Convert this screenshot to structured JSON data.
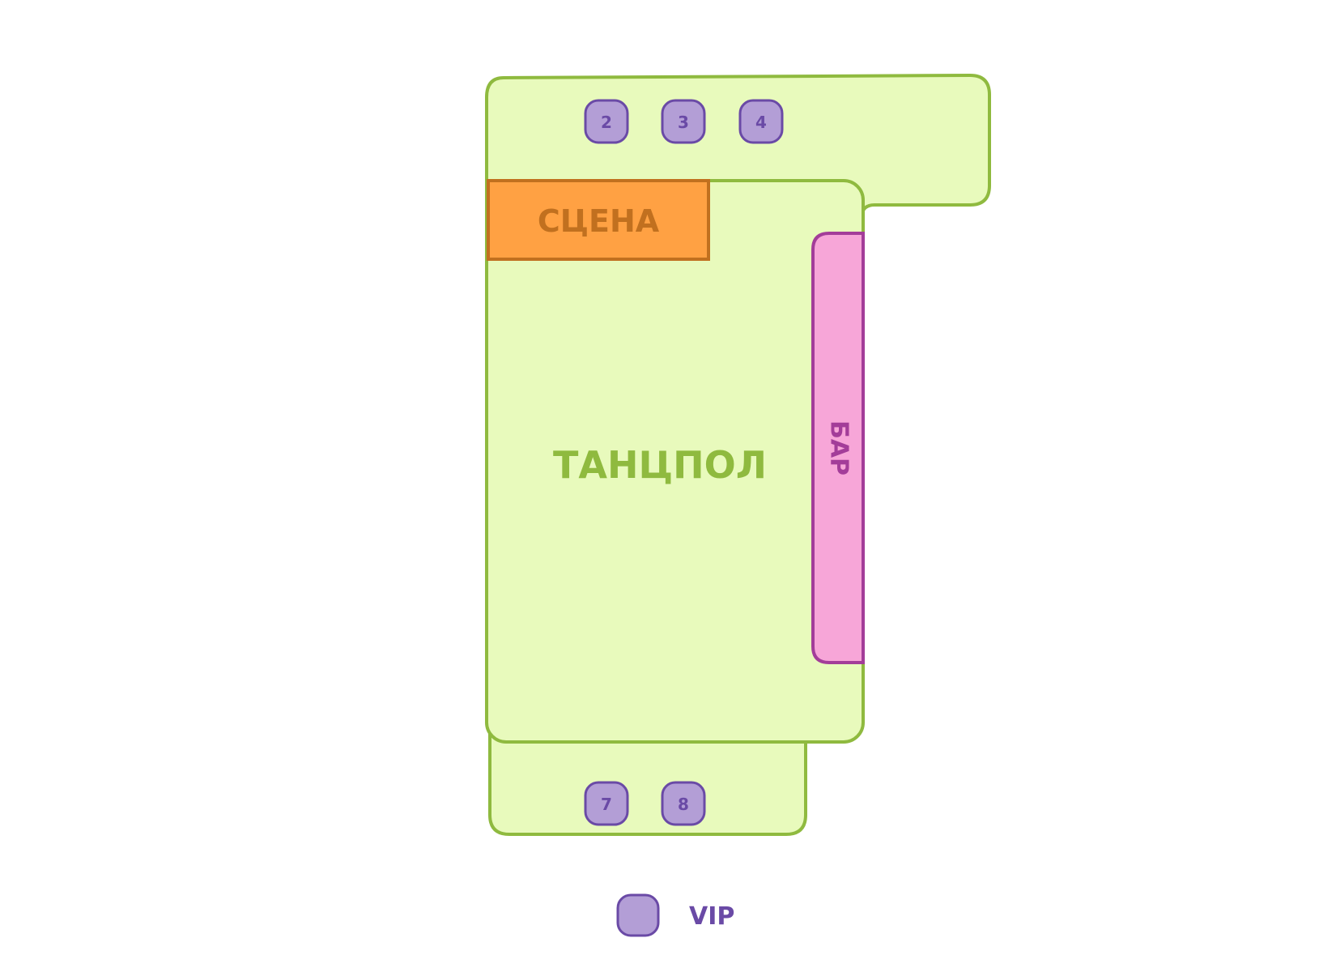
{
  "colors": {
    "floor_fill": "#e8fabc",
    "floor_stroke": "#8fba3f",
    "floor_text": "#8fba3f",
    "stage_fill": "#ffa143",
    "stage_stroke": "#c1701f",
    "stage_text": "#c1701f",
    "bar_fill": "#f7a6d8",
    "bar_stroke": "#a33d99",
    "bar_text": "#a33d99",
    "vip_fill": "#b39ed6",
    "vip_stroke": "#6a4aa6",
    "vip_text": "#6a4aa6"
  },
  "zones": {
    "stage": "СЦЕНА",
    "dance_floor": "ТАНЦПОЛ",
    "bar": "БАР"
  },
  "tables": {
    "top": [
      "2",
      "3",
      "4"
    ],
    "bottom": [
      "7",
      "8"
    ]
  },
  "legend": {
    "vip_label": "VIP"
  }
}
